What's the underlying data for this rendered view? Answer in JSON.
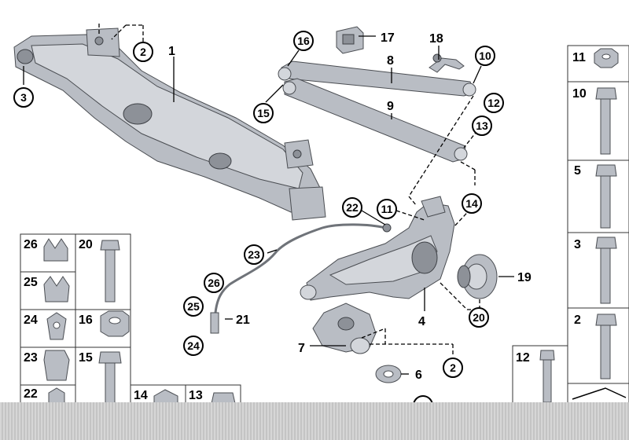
{
  "labels": {
    "l1": "1",
    "l2": "2",
    "l3": "3",
    "l4": "4",
    "l5": "5",
    "l6": "6",
    "l7": "7",
    "l8": "8",
    "l9": "9",
    "l10": "10",
    "l11": "11",
    "l12": "12",
    "l13": "13",
    "l14": "14",
    "l15": "15",
    "l16": "16",
    "l17": "17",
    "l18": "18",
    "l19": "19",
    "l20": "20",
    "l21": "21",
    "l22": "22",
    "l23": "23",
    "l24": "24",
    "l25": "25",
    "l26": "26"
  },
  "colors": {
    "part_fill": "#b9bdc4",
    "part_light": "#d3d6db",
    "part_dark": "#8d9198",
    "outline": "#4a4d52"
  }
}
